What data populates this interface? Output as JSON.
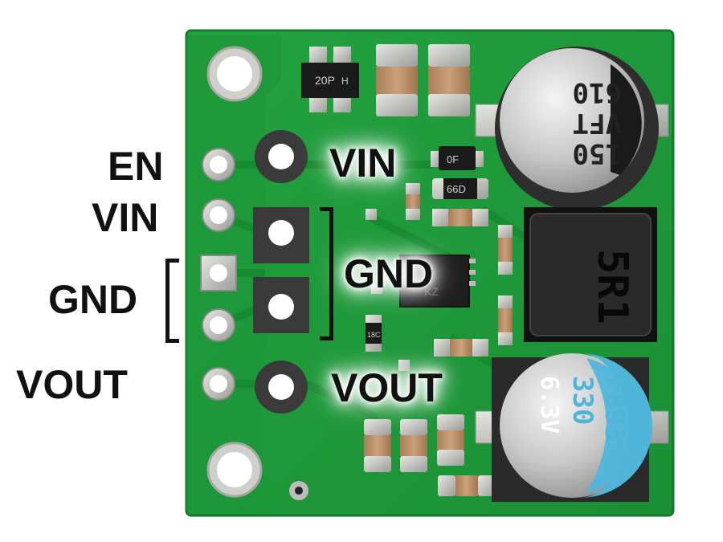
{
  "pin_labels": {
    "en": "EN",
    "vin": "VIN",
    "gnd": "GND",
    "vout": "VOUT"
  },
  "board_labels": {
    "vin": "VIN",
    "gnd": "GND",
    "vout": "VOUT"
  },
  "component_markings": {
    "top_cap": [
      "150",
      "VFT",
      "610"
    ],
    "bottom_cap": [
      "330",
      "6.3V",
      "F093"
    ],
    "inductor": "5R1",
    "top_ic": "20P",
    "top_ic_suffix": "H",
    "small_ic": "0F",
    "diode": "66D",
    "small_diode": "18C",
    "main_ic": "KZ"
  },
  "colors": {
    "pcb": "#1f9a3a",
    "pad": "#c9c9c4",
    "text": "#111111",
    "bottom_cap_band": "#4fb6da"
  }
}
